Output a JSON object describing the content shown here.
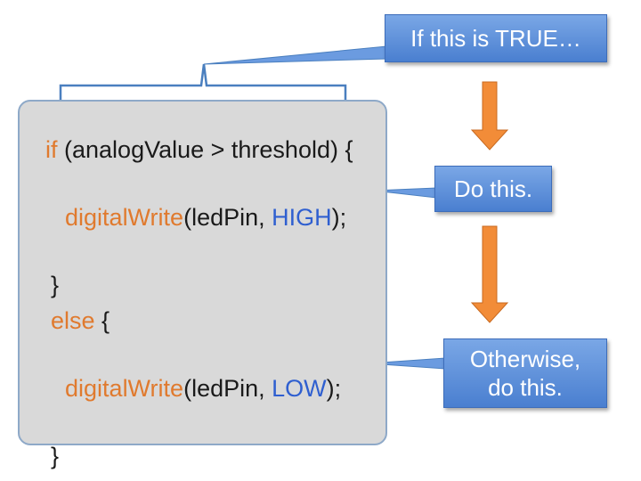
{
  "code": {
    "line1": {
      "kw": "if",
      "rest": " (analogValue > threshold) {"
    },
    "line2": {
      "fn": "digitalWrite",
      "open": "(ledPin, ",
      "const": "HIGH",
      "close": ");"
    },
    "line3": {
      "text": "}"
    },
    "line4": {
      "kw": "else",
      "rest": " {"
    },
    "line5": {
      "fn": "digitalWrite",
      "open": "(ledPin, ",
      "const": "LOW",
      "close": ");"
    },
    "line6": {
      "text": "}"
    }
  },
  "callouts": {
    "if_true": "If this is TRUE…",
    "do_this": "Do this.",
    "otherwise_line1": "Otherwise,",
    "otherwise_line2": "do this."
  },
  "colors": {
    "keyword": "#e07a2e",
    "constant": "#2f5fd0",
    "callout_fill": "#5b8ede",
    "arrow": "#f28c38",
    "bracket": "#4a7fbf"
  }
}
